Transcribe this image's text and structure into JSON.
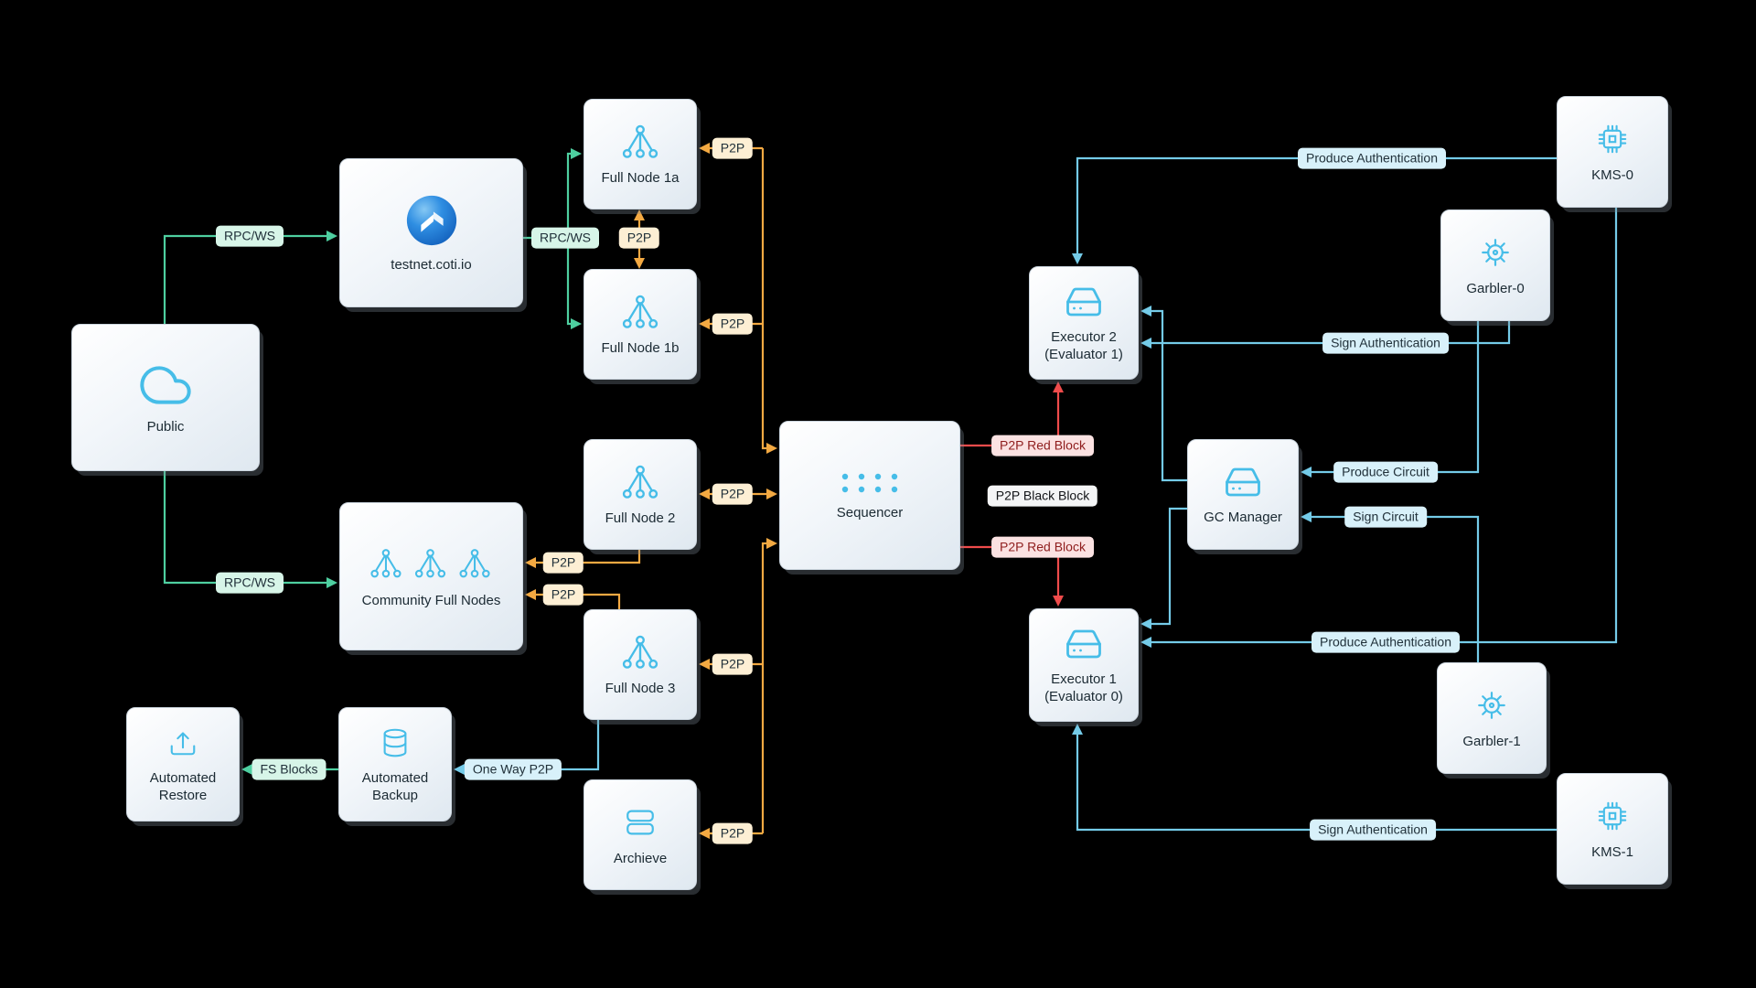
{
  "diagram": {
    "colors": {
      "background": "#000000",
      "teal_line": "#4ecfa0",
      "orange_line": "#f3a942",
      "red_line": "#ef4b4b",
      "cyan_line": "#74cbe8",
      "icon_stroke": "#46bde8",
      "node_bg_top": "#ffffff",
      "node_bg_bottom": "#dfe8f0",
      "teal_label_bg": "#d7f5e8",
      "orange_label_bg": "#fdefd4",
      "red_label_bg": "#fbe2e2",
      "black_label_bg": "#f4f5f6",
      "cyan_label_bg": "#d8f1fa"
    },
    "nodes": {
      "public": {
        "label": "Public",
        "icon": "cloud-icon"
      },
      "testnet": {
        "label": "testnet.coti.io",
        "icon": "coti-logo"
      },
      "full_node_1a": {
        "label": "Full Node 1a",
        "icon": "node-tree-icon"
      },
      "full_node_1b": {
        "label": "Full Node 1b",
        "icon": "node-tree-icon"
      },
      "full_node_2": {
        "label": "Full Node 2",
        "icon": "node-tree-icon"
      },
      "full_node_3": {
        "label": "Full Node 3",
        "icon": "node-tree-icon"
      },
      "community": {
        "label": "Community Full Nodes",
        "icon": "community-nodes-icon"
      },
      "archieve": {
        "label": "Archieve",
        "icon": "stack-icon"
      },
      "automated_restore": {
        "label": "Automated Restore",
        "icon": "unarchive-icon"
      },
      "automated_backup": {
        "label": "Automated Backup",
        "icon": "database-icon"
      },
      "sequencer": {
        "label": "Sequencer",
        "icon": "dots-grid-icon"
      },
      "executor_2": {
        "label": "Executor 2 (Evaluator 1)",
        "icon": "server-icon"
      },
      "executor_1": {
        "label": "Executor 1 (Evaluator 0)",
        "icon": "server-icon"
      },
      "gc_manager": {
        "label": "GC Manager",
        "icon": "server-icon"
      },
      "garbler_0": {
        "label": "Garbler-0",
        "icon": "gear-icon"
      },
      "garbler_1": {
        "label": "Garbler-1",
        "icon": "gear-icon"
      },
      "kms_0": {
        "label": "KMS-0",
        "icon": "chip-icon"
      },
      "kms_1": {
        "label": "KMS-1",
        "icon": "chip-icon"
      }
    },
    "edge_labels": {
      "rpc_ws_public_testnet": "RPC/WS",
      "rpc_ws_testnet_fullnodes": "RPC/WS",
      "rpc_ws_public_community": "RPC/WS",
      "p2p_fn1a": "P2P",
      "p2p_fn1a_fn1b": "P2P",
      "p2p_fn1b": "P2P",
      "p2p_fn2": "P2P",
      "p2p_community_fn2": "P2P",
      "p2p_community_fn3": "P2P",
      "p2p_fn3": "P2P",
      "p2p_archieve": "P2P",
      "p2p_red_block_top": "P2P Red Block",
      "p2p_black_block": "P2P Black Block",
      "p2p_red_block_bottom": "P2P Red Block",
      "produce_auth_top": "Produce Authentication",
      "sign_auth_top": "Sign Authentication",
      "produce_circuit": "Produce Circuit",
      "sign_circuit": "Sign Circuit",
      "produce_auth_bottom": "Produce Authentication",
      "sign_auth_bottom": "Sign Authentication",
      "fs_blocks": "FS Blocks",
      "one_way_p2p": "One Way P2P"
    }
  }
}
